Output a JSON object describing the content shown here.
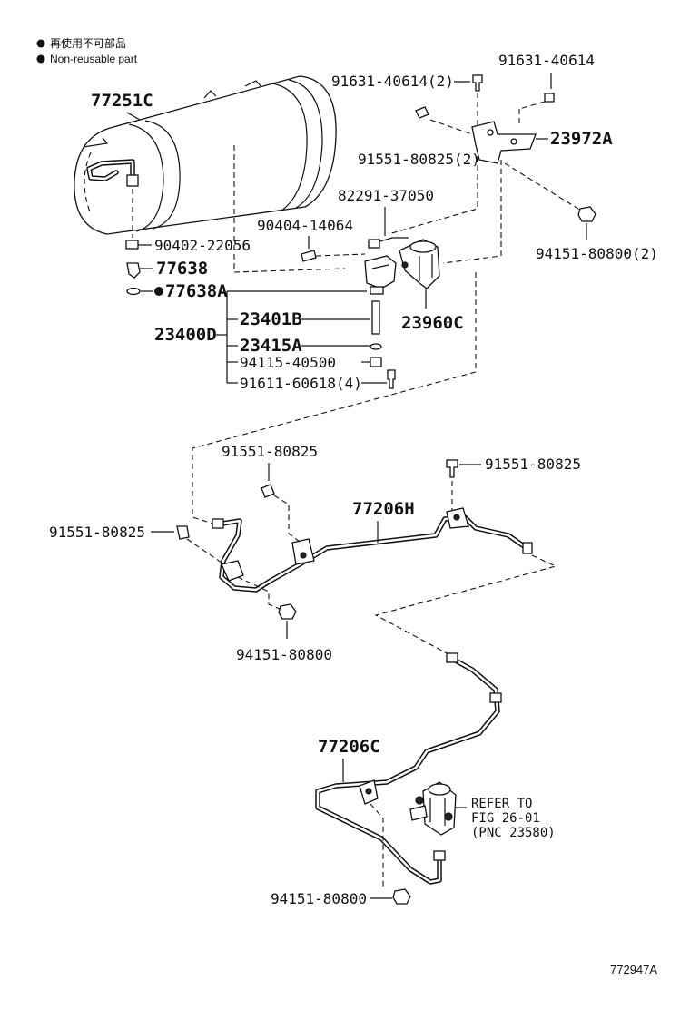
{
  "legend": {
    "jp": "再使用不可部品",
    "en": "Non-reusable part"
  },
  "callouts": {
    "tank": "77251C",
    "bolt_top_left": "91631-40614(2)",
    "bolt_top_right": "91631-40614",
    "bracket": "23972A",
    "bolt_bracket": "91551-80825(2)",
    "sensor": "82291-37050",
    "nut_bracket": "94151-80800(2)",
    "screw_small": "90404-14064",
    "gasket": "90402-22056",
    "plug": "77638",
    "oring": "77638A",
    "valve": "23960C",
    "assembly": "23400D",
    "rod": "23401B",
    "washer": "23415A",
    "nut_small": "94115-40500",
    "bolt4": "91611-60618(4)",
    "clamp_bolt_a": "91551-80825",
    "clamp_bolt_b": "91551-80825",
    "clamp_bolt_c": "91551-80825",
    "pipe_upper": "77206H",
    "nut_upper": "94151-80800",
    "pipe_lower": "77206C",
    "nut_lower": "94151-80800",
    "refer_1": "REFER TO",
    "refer_2": "FIG 26-01",
    "refer_3": "(PNC 23580)"
  },
  "figure_id": "772947A"
}
